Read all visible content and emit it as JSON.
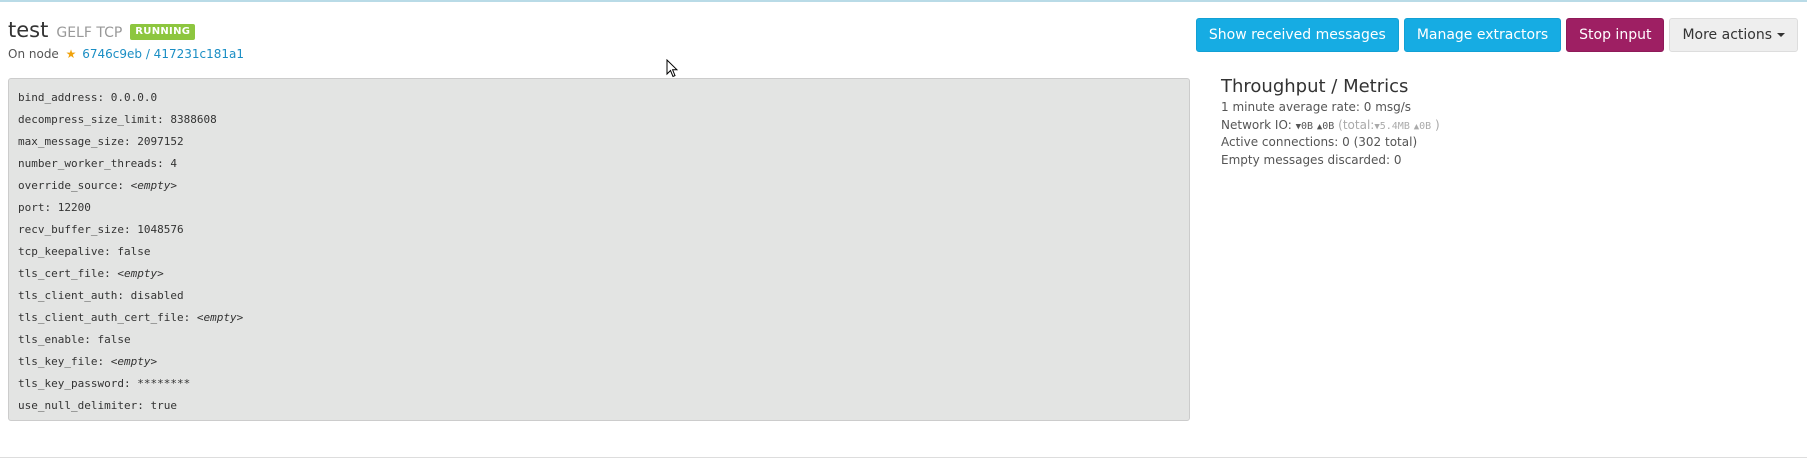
{
  "input": {
    "title": "test",
    "type": "GELF TCP",
    "status_badge": "RUNNING",
    "node_prefix": "On node",
    "node_link": "6746c9eb / 417231c181a1"
  },
  "actions": {
    "show_received": "Show received messages",
    "manage_extractors": "Manage extractors",
    "stop_input": "Stop input",
    "more_actions": "More actions"
  },
  "config": [
    {
      "key": "bind_address",
      "value": "0.0.0.0",
      "empty": false
    },
    {
      "key": "decompress_size_limit",
      "value": "8388608",
      "empty": false
    },
    {
      "key": "max_message_size",
      "value": "2097152",
      "empty": false
    },
    {
      "key": "number_worker_threads",
      "value": "4",
      "empty": false
    },
    {
      "key": "override_source",
      "value": "<empty>",
      "empty": true
    },
    {
      "key": "port",
      "value": "12200",
      "empty": false
    },
    {
      "key": "recv_buffer_size",
      "value": "1048576",
      "empty": false
    },
    {
      "key": "tcp_keepalive",
      "value": "false",
      "empty": false
    },
    {
      "key": "tls_cert_file",
      "value": "<empty>",
      "empty": true
    },
    {
      "key": "tls_client_auth",
      "value": "disabled",
      "empty": false
    },
    {
      "key": "tls_client_auth_cert_file",
      "value": "<empty>",
      "empty": true
    },
    {
      "key": "tls_enable",
      "value": "false",
      "empty": false
    },
    {
      "key": "tls_key_file",
      "value": "<empty>",
      "empty": true
    },
    {
      "key": "tls_key_password",
      "value": "********",
      "empty": false
    },
    {
      "key": "use_null_delimiter",
      "value": "true",
      "empty": false
    }
  ],
  "metrics": {
    "title": "Throughput / Metrics",
    "avg_rate": "1 minute average rate: 0 msg/s",
    "network_label": "Network IO:",
    "network_in": "0B",
    "network_out": "0B",
    "total_label": "(total:",
    "total_in": "5.4MB",
    "total_out": "0B",
    "total_close": ")",
    "active_connections": "Active connections: 0 (302 total)",
    "empty_discarded": "Empty messages discarded: 0"
  },
  "colors": {
    "info_button": "#16ace3",
    "primary_button": "#9e1f63",
    "running_badge": "#8dc63f",
    "link": "#1a8ec4",
    "star": "#f0a20b"
  }
}
